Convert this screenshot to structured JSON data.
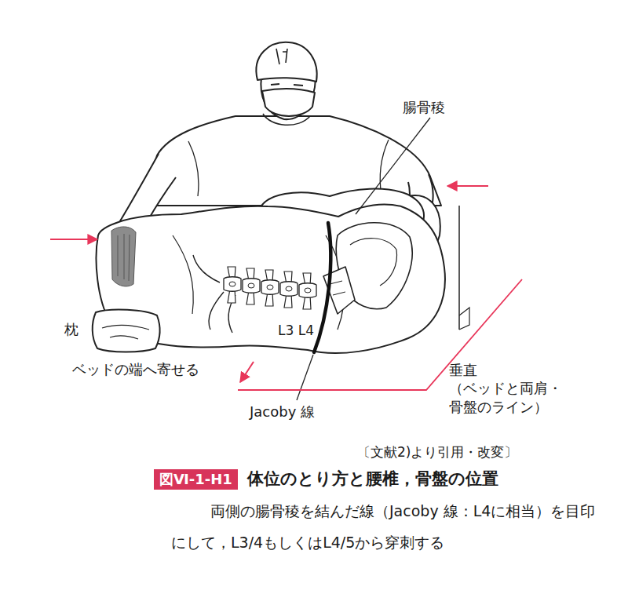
{
  "diagram": {
    "title": "体位のとり方と腰椎，骨盤の位置",
    "caption": "両側の腸骨稜を結んだ線（Jacoby 線：L4に相当）を目印 にして，L3/4もしくはL4/5から穿刺する",
    "nodes": [
      {
        "text": [
          "図Ⅵ-1-H1"
        ]
      }
    ],
    "labels": [
      "腸骨稜",
      "枕",
      "ベッドの端へ寄せる",
      "L3 L4",
      "Jacoby 線",
      "垂直 （ベッドと両肩・ 骨盤のライン）",
      "〔文献2)より引用・改変〕"
    ]
  }
}
